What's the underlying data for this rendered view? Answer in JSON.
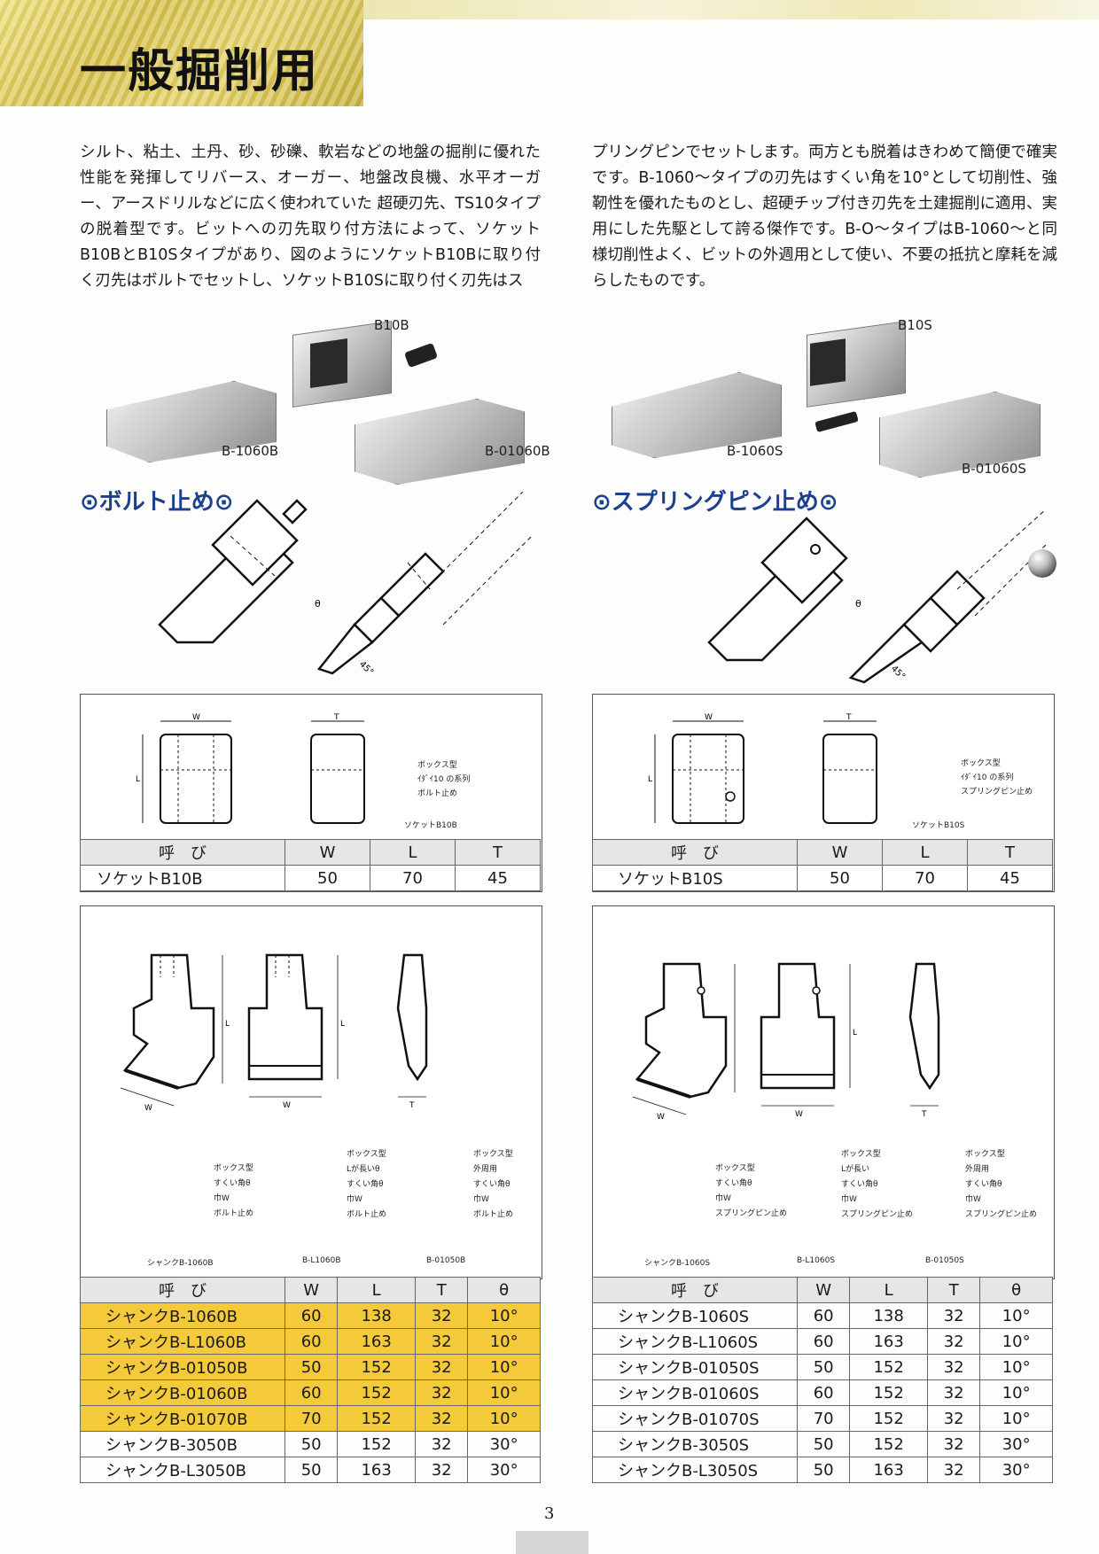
{
  "title": "一般掘削用",
  "intro": {
    "left": "シルト、粘土、土丹、砂、砂礫、軟岩などの地盤の掘削に優れた性能を発揮してリバース、オーガー、地盤改良機、水平オーガー、アースドリルなどに広く使われていた 超硬刃先、TS10タイプの脱着型です。ビットへの刃先取り付方法によって、ソケットB10BとB10Sタイプがあり、図のようにソケットB10Bに取り付く刃先はボルトでセットし、ソケットB10Sに取り付く刃先はス",
    "right": "プリングピンでセットします。両方とも脱着はきわめて簡便で確実です。B-1060〜タイプの刃先はすくい角を10°として切削性、強靭性を優れたものとし、超硬チップ付き刃先を土建掘削に適用、実用にした先駆として誇る傑作です。B-O〜タイプはB-1060〜と同様切削性よく、ビットの外週用として使い、不要の抵抗と摩耗を減らしたものです。"
  },
  "photos": {
    "left": {
      "socket": "B10B",
      "tip1": "B-1060B",
      "tip2": "B-01060B"
    },
    "right": {
      "socket": "B10S",
      "tip1": "B-1060S",
      "tip2": "B-01060S"
    }
  },
  "subheadings": {
    "left": "⊙ボルト止め⊙",
    "right": "⊙スプリングピン止め⊙"
  },
  "socket_panels": {
    "left": {
      "dim_w": "W",
      "dim_l": "L",
      "dim_t": "T",
      "code_lines": [
        "ボックス型",
        "ｲﾀﾞｲ10 の系列",
        "ボルト止め"
      ],
      "code_name": "ソケットB10B"
    },
    "right": {
      "dim_w": "W",
      "dim_l": "L",
      "dim_t": "T",
      "code_lines": [
        "ボックス型",
        "ｲﾀﾞｲ10 の系列",
        "スプリングピン止め"
      ],
      "code_name": "ソケットB10S"
    }
  },
  "socket_tables": {
    "headers": [
      "呼　び",
      "W",
      "L",
      "T"
    ],
    "left": {
      "name": "ソケットB10B",
      "w": "50",
      "l": "70",
      "t": "45"
    },
    "right": {
      "name": "ソケットB10S",
      "w": "50",
      "l": "70",
      "t": "45"
    }
  },
  "shank_panels": {
    "left": {
      "codes": [
        {
          "lines": [
            "ボックス型",
            "すくい角θ",
            "巾W",
            "ボルト止め"
          ],
          "name": "シャンクB-1060B"
        },
        {
          "lines": [
            "ボックス型",
            "Lが長いθ",
            "すくい角θ",
            "巾W",
            "ボルト止め"
          ],
          "name": "B-L1060B"
        },
        {
          "lines": [
            "ボックス型",
            "外周用",
            "すくい角θ",
            "巾W",
            "ボルト止め"
          ],
          "name": "B-01050B"
        }
      ]
    },
    "right": {
      "codes": [
        {
          "lines": [
            "ボックス型",
            "すくい角θ",
            "巾W",
            "スプリングピン止め"
          ],
          "name": "シャンクB-1060S"
        },
        {
          "lines": [
            "ボックス型",
            "Lが長い",
            "すくい角θ",
            "巾W",
            "スプリングピン止め"
          ],
          "name": "B-L1060S"
        },
        {
          "lines": [
            "ボックス型",
            "外周用",
            "すくい角θ",
            "巾W",
            "スプリングピン止め"
          ],
          "name": "B-01050S"
        }
      ]
    }
  },
  "shank_tables": {
    "headers": [
      "呼　び",
      "W",
      "L",
      "T",
      "θ"
    ],
    "left": [
      {
        "name": "シャンクB-1060B",
        "w": "60",
        "l": "138",
        "t": "32",
        "theta": "10°",
        "highlight": true
      },
      {
        "name": "シャンクB-L1060B",
        "w": "60",
        "l": "163",
        "t": "32",
        "theta": "10°",
        "highlight": true
      },
      {
        "name": "シャンクB-01050B",
        "w": "50",
        "l": "152",
        "t": "32",
        "theta": "10°",
        "highlight": true
      },
      {
        "name": "シャンクB-01060B",
        "w": "60",
        "l": "152",
        "t": "32",
        "theta": "10°",
        "highlight": true
      },
      {
        "name": "シャンクB-01070B",
        "w": "70",
        "l": "152",
        "t": "32",
        "theta": "10°",
        "highlight": true
      },
      {
        "name": "シャンクB-3050B",
        "w": "50",
        "l": "152",
        "t": "32",
        "theta": "30°",
        "highlight": false
      },
      {
        "name": "シャンクB-L3050B",
        "w": "50",
        "l": "163",
        "t": "32",
        "theta": "30°",
        "highlight": false
      }
    ],
    "right": [
      {
        "name": "シャンクB-1060S",
        "w": "60",
        "l": "138",
        "t": "32",
        "theta": "10°",
        "highlight": false
      },
      {
        "name": "シャンクB-L1060S",
        "w": "60",
        "l": "163",
        "t": "32",
        "theta": "10°",
        "highlight": false
      },
      {
        "name": "シャンクB-01050S",
        "w": "50",
        "l": "152",
        "t": "32",
        "theta": "10°",
        "highlight": false
      },
      {
        "name": "シャンクB-01060S",
        "w": "60",
        "l": "152",
        "t": "32",
        "theta": "10°",
        "highlight": false
      },
      {
        "name": "シャンクB-01070S",
        "w": "70",
        "l": "152",
        "t": "32",
        "theta": "10°",
        "highlight": false
      },
      {
        "name": "シャンクB-3050S",
        "w": "50",
        "l": "152",
        "t": "32",
        "theta": "30°",
        "highlight": false
      },
      {
        "name": "シャンクB-L3050S",
        "w": "50",
        "l": "163",
        "t": "32",
        "theta": "30°",
        "highlight": false
      }
    ]
  },
  "diagram_labels": {
    "angle": "45°",
    "theta": "θ",
    "w": "W",
    "l": "L",
    "t": "T"
  },
  "page_number": "3"
}
